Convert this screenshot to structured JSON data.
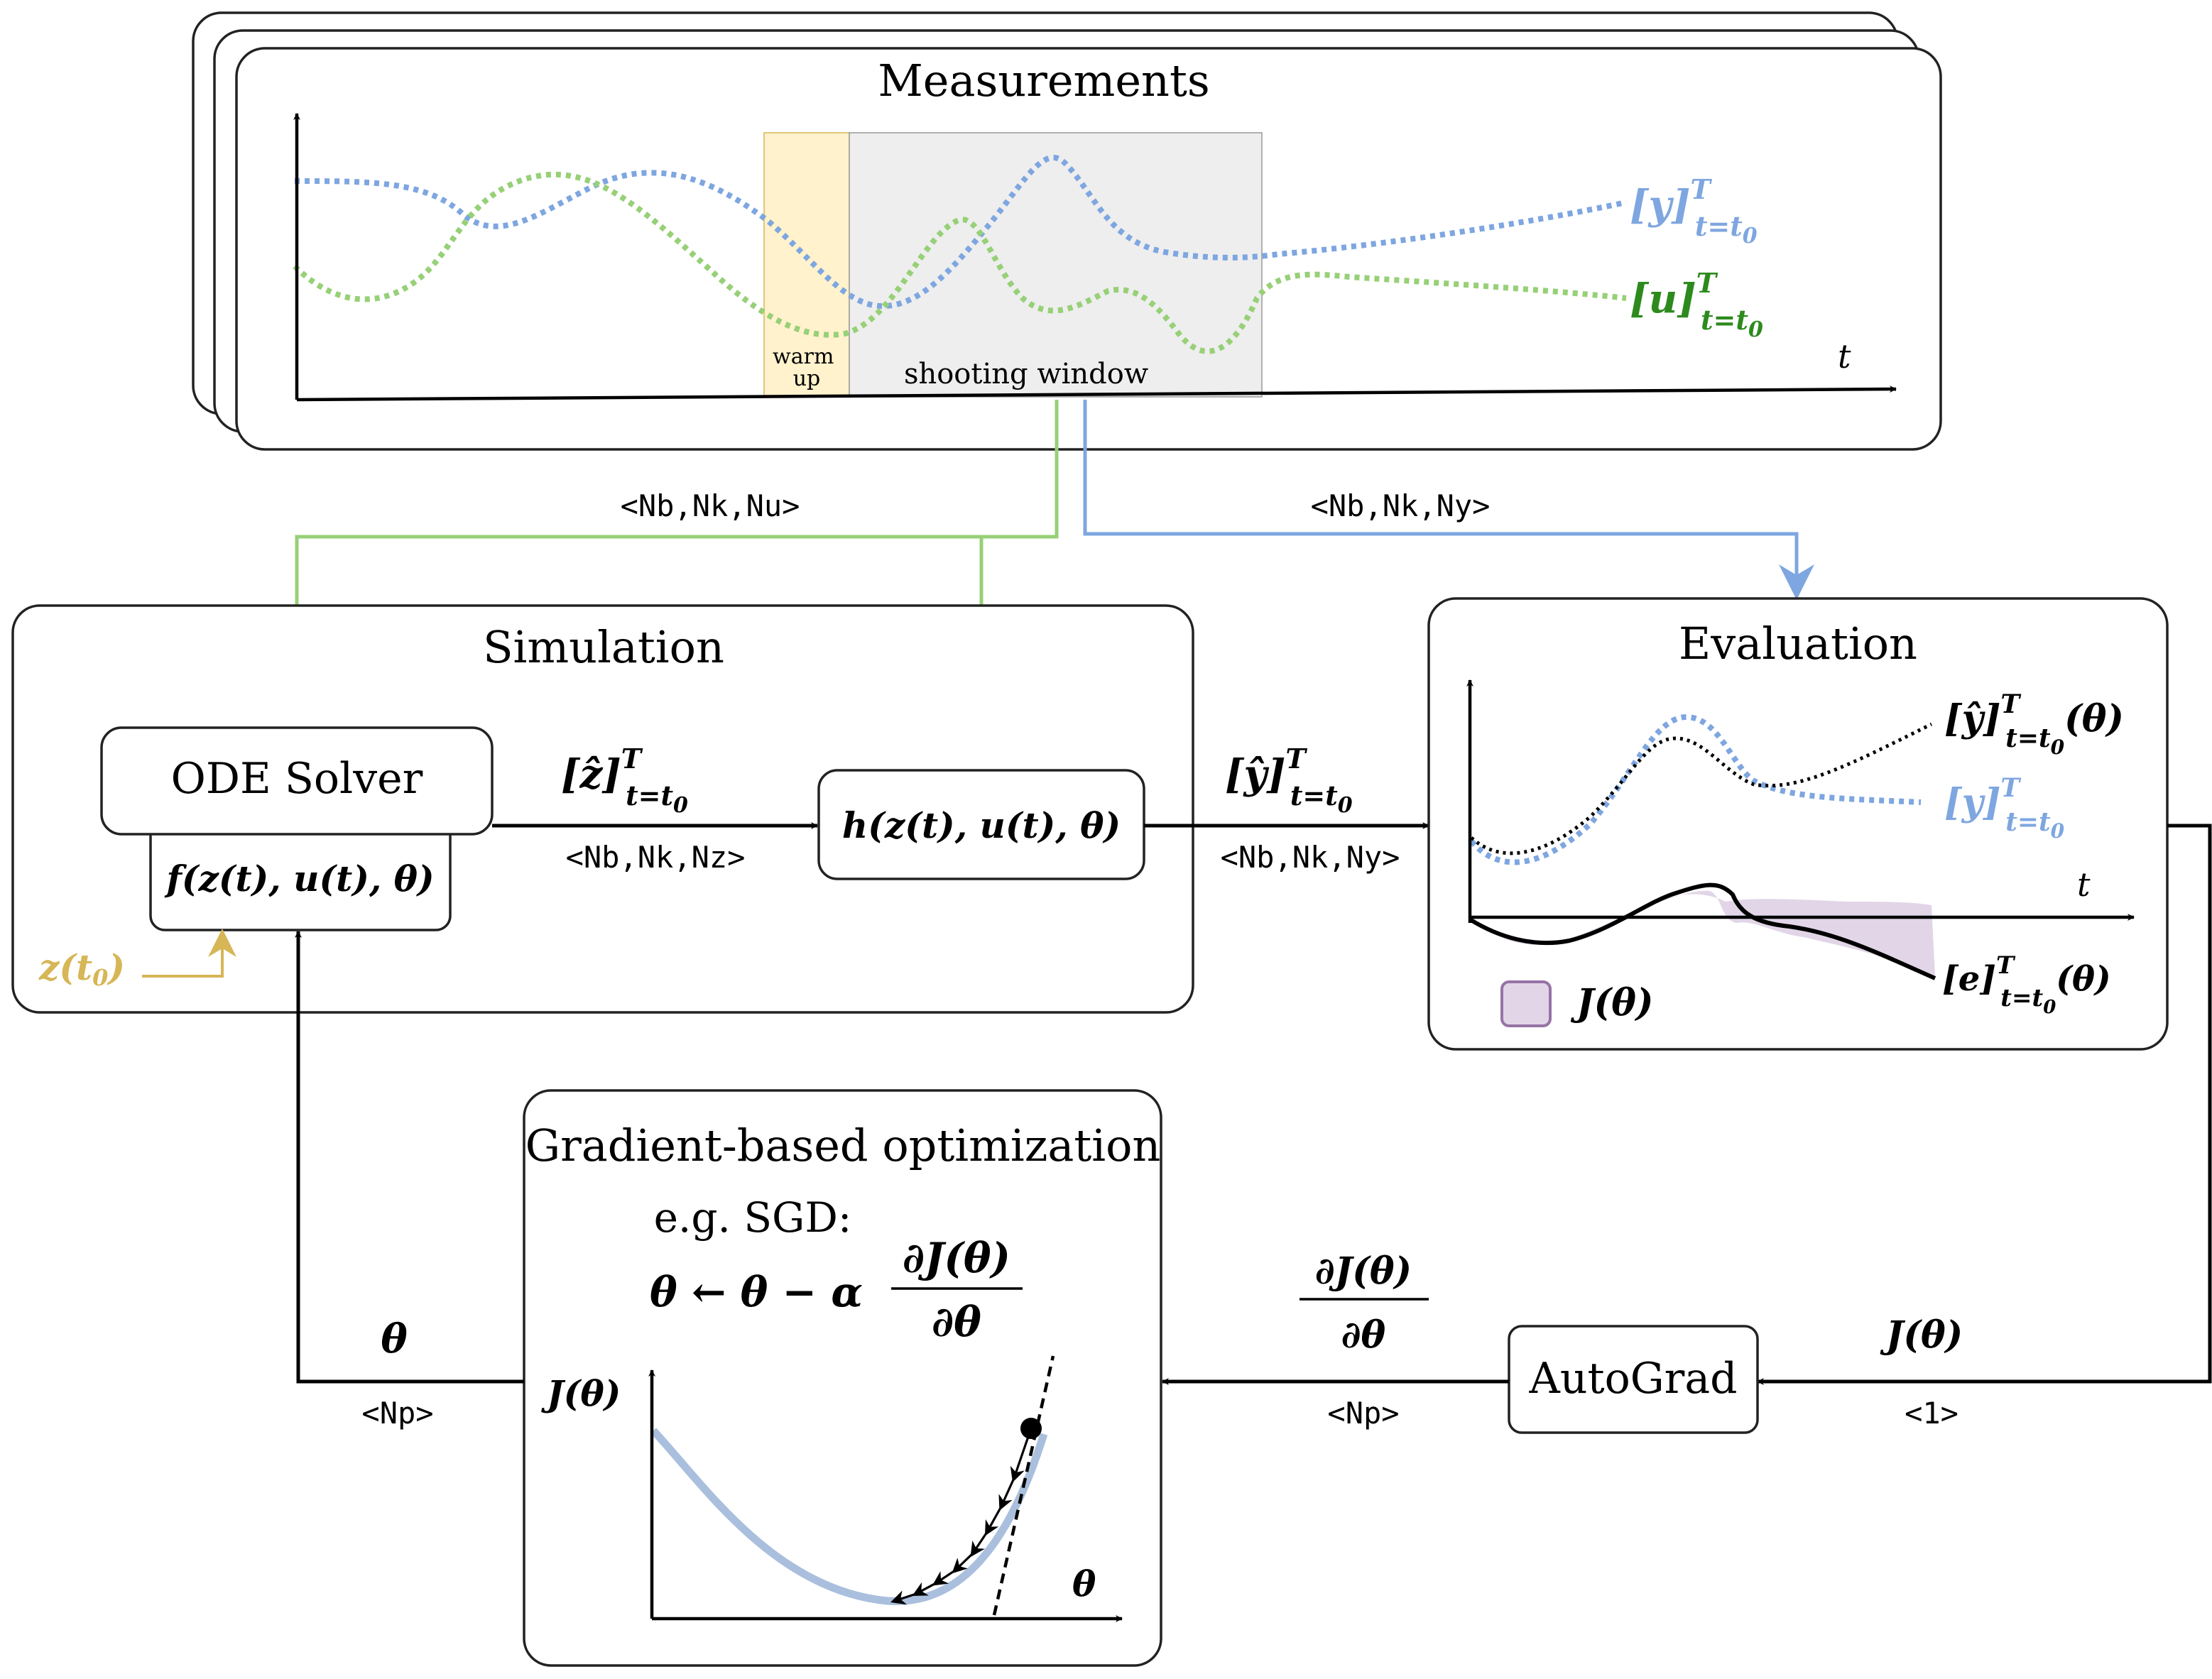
{
  "colors": {
    "y_series": "#7ea6e0",
    "u_series": "#97d077",
    "u_label": "#2d8a1d",
    "warmup": "#fff2cc",
    "window": "#eeeeee",
    "z0": "#d6b656",
    "cost_fill": "#e1d5e7",
    "cost_stroke": "#9673a6",
    "black": "#000000"
  },
  "measurements": {
    "title": "Measurements",
    "warmup": [
      "warm",
      "up"
    ],
    "window": "shooting window",
    "t_axis": "t",
    "y_label": "[y]",
    "u_label": "[u]",
    "sup": "T",
    "sub": "t=t",
    "sub0": "0"
  },
  "dims": {
    "u_in": "<Nb,Nk,Nu>",
    "y_in": "<Nb,Nk,Ny>",
    "z_out": "<Nb,Nk,Nz>",
    "yhat_out": "<Nb,Nk,Ny>",
    "theta": "<Np>",
    "grad": "<Np>",
    "cost": "<1>"
  },
  "simulation": {
    "title": "Simulation",
    "ode_solver": "ODE Solver",
    "f_expr": "f(z(t), u(t), θ)",
    "h_expr": "h(z(t), u(t), θ)",
    "z0": "z(t",
    "z0_tail": ")",
    "zhat": "[ẑ]",
    "yhat": "[ŷ]"
  },
  "evaluation": {
    "title": "Evaluation",
    "yhat_label": "[ŷ]",
    "yhat_theta": "(θ)",
    "y_label": "[y]",
    "e_label": "[e]",
    "e_theta": "(θ)",
    "t_axis": "t",
    "legend": "J(θ)"
  },
  "optimization": {
    "title": "Gradient-based optimization",
    "subtitle": "e.g. SGD:",
    "update_lhs": "θ ← θ − α",
    "grad_num": "∂J(θ)",
    "grad_den": "∂θ",
    "y_axis": "J(θ)",
    "x_axis": "θ"
  },
  "autograd": {
    "label": "AutoGrad"
  },
  "flow": {
    "theta": "θ",
    "grad_num": "∂J(θ)",
    "grad_den": "∂θ",
    "cost": "J(θ)"
  }
}
